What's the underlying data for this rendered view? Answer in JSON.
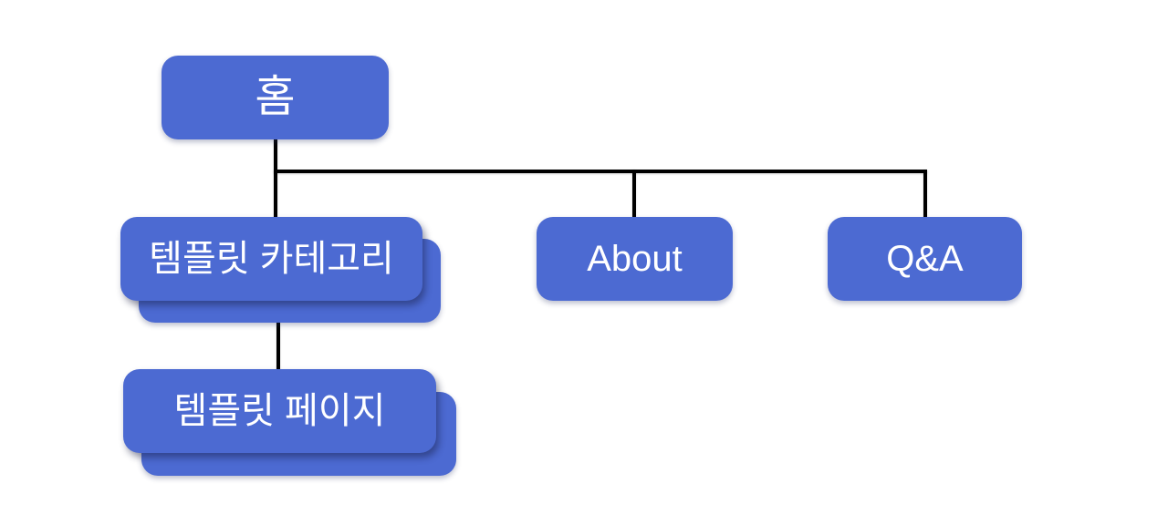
{
  "diagram": {
    "type": "sitemap-tree",
    "colors": {
      "background": "#ffffff",
      "node_fill": "#4c6ad2",
      "node_text": "#ffffff",
      "connector": "#000000"
    },
    "nodes": {
      "home": {
        "label": "홈",
        "level": 1,
        "stacked": false
      },
      "template_category": {
        "label": "템플릿 카테고리",
        "level": 2,
        "stacked": true
      },
      "about": {
        "label": "About",
        "level": 2,
        "stacked": false
      },
      "qa": {
        "label": "Q&A",
        "level": 2,
        "stacked": false
      },
      "template_page": {
        "label": "템플릿 페이지",
        "level": 3,
        "stacked": true
      }
    },
    "edges": [
      {
        "from": "home",
        "to": "template_category"
      },
      {
        "from": "home",
        "to": "about"
      },
      {
        "from": "home",
        "to": "qa"
      },
      {
        "from": "template_category",
        "to": "template_page"
      }
    ]
  }
}
